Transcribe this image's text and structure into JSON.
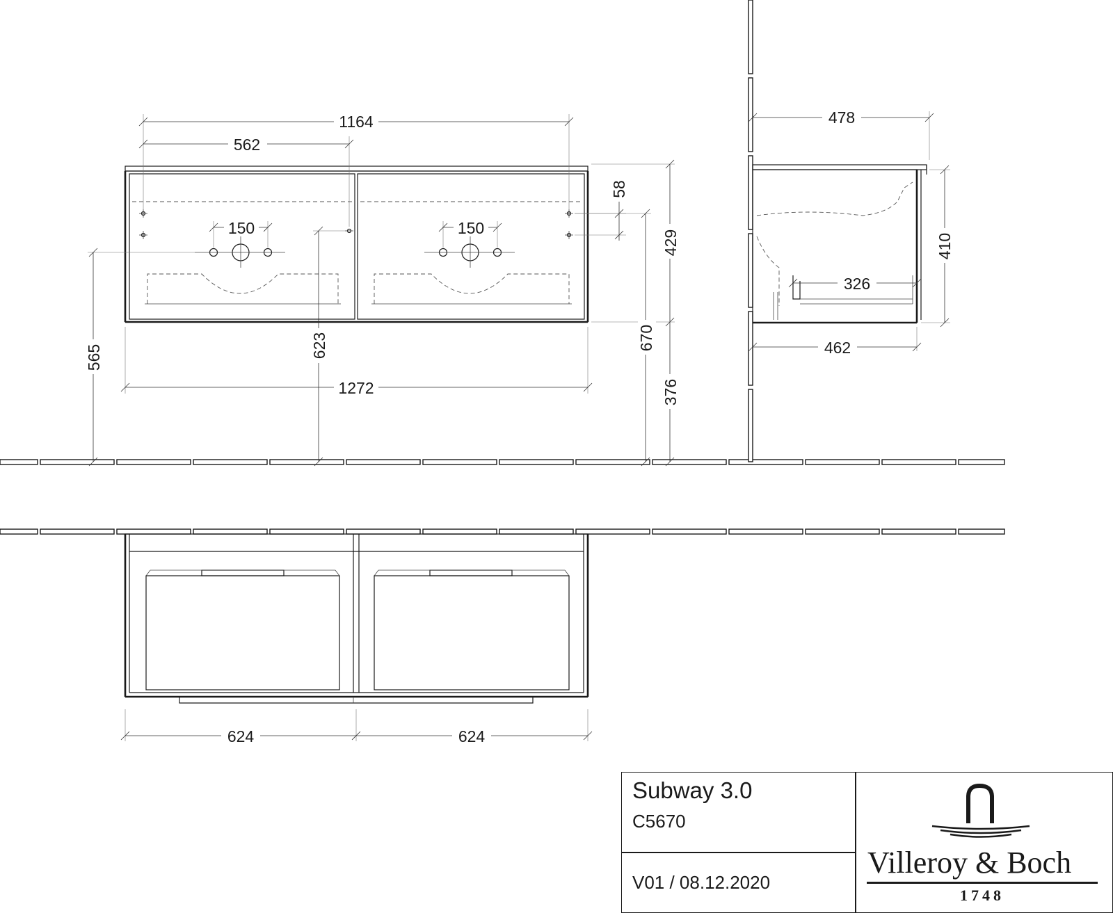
{
  "dimensions": {
    "front": {
      "overall_top": "1164",
      "left_basin_center": "562",
      "left_tap_spacing": "150",
      "right_tap_spacing": "150",
      "wall_hole_spacing": "58",
      "upper_height": "429",
      "overall_height": "670",
      "lower_height": "376",
      "basin_outlet_height": "565",
      "drain_height": "623",
      "overall_width": "1272"
    },
    "side": {
      "top_depth": "478",
      "body_height": "410",
      "drawer_depth": "326",
      "base_depth": "462"
    },
    "plan": {
      "left_drawer_width": "624",
      "right_drawer_width": "624"
    }
  },
  "title_block": {
    "product_name": "Subway 3.0",
    "product_code": "C5670",
    "version": "V01 / 08.12.2020",
    "brand_name": "Villeroy & Boch",
    "brand_year": "1748",
    "logo_icon": "faucet-logo-icon"
  }
}
